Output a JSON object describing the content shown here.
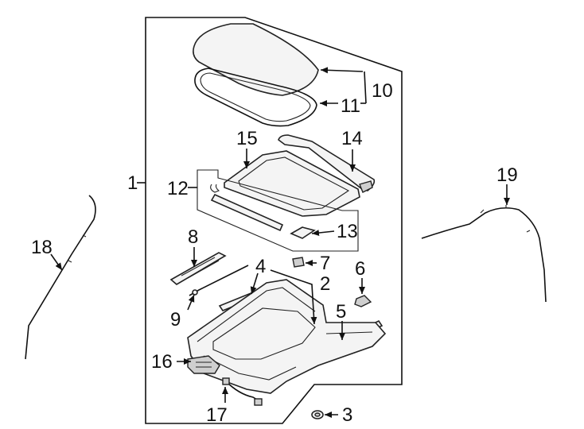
{
  "labels": {
    "l1": "1",
    "l2": "2",
    "l3": "3",
    "l4": "4",
    "l5": "5",
    "l6": "6",
    "l7": "7",
    "l8": "8",
    "l9": "9",
    "l10": "10",
    "l11": "11",
    "l12": "12",
    "l13": "13",
    "l14": "14",
    "l15": "15",
    "l16": "16",
    "l17": "17",
    "l18": "18",
    "l19": "19"
  },
  "colors": {
    "ink": "#111111",
    "part_fill": "#f4f4f4",
    "part_dark": "#cfcfcf"
  }
}
